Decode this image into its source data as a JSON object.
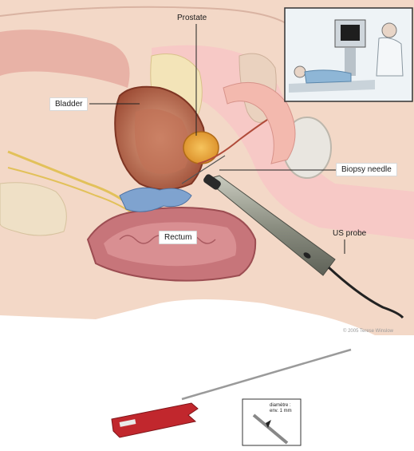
{
  "labels": {
    "prostate": "Prostate",
    "bladder": "Bladder",
    "biopsy_needle": "Biopsy needle",
    "rectum": "Rectum",
    "us_probe": "US probe"
  },
  "credit": "© 2005 Terese Winslow",
  "needle_inset": {
    "line1": "diamètre :",
    "line2": "env. 1 mm"
  },
  "colors": {
    "skin": "#f3d8c7",
    "bladder": "#b9624a",
    "rectum": "#c7757a",
    "prostate": "#e9a13a",
    "probe": "#8c8f82",
    "needle_handle": "#c1272d"
  },
  "icons": {
    "inset_scene": "ultrasound-exam-scene",
    "needle_device": "biopsy-gun-icon"
  }
}
